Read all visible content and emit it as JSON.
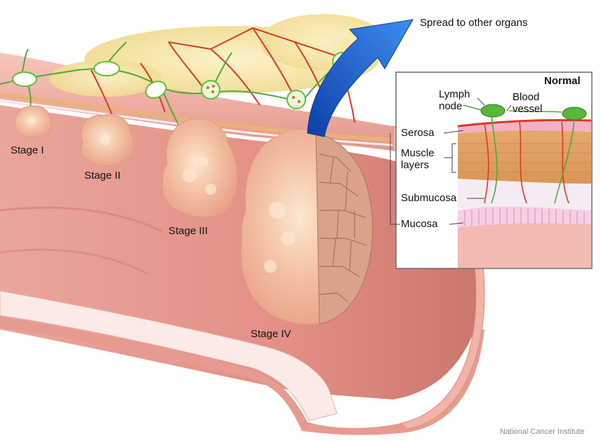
{
  "labels": {
    "spread": "Spread to other organs",
    "stage1": "Stage I",
    "stage2": "Stage II",
    "stage3": "Stage III",
    "stage4": "Stage IV"
  },
  "inset": {
    "title": "Normal",
    "lymph_node_line1": "Lymph",
    "lymph_node_line2": "node",
    "blood_vessel_line1": "Blood",
    "blood_vessel_line2": "vessel",
    "serosa": "Serosa",
    "muscle_line1": "Muscle",
    "muscle_line2": "layers",
    "submucosa": "Submucosa",
    "mucosa": "Mucosa"
  },
  "credit": "National Cancer Institute",
  "colors": {
    "colon_wall": "#f2b5ab",
    "colon_inner": "#e89a90",
    "tumor": "#f6c6a6",
    "fat": "#f6e7a6",
    "lymph": "#5bbf3b",
    "vessel": "#d93a22",
    "arrow": "#1f5fd4"
  }
}
